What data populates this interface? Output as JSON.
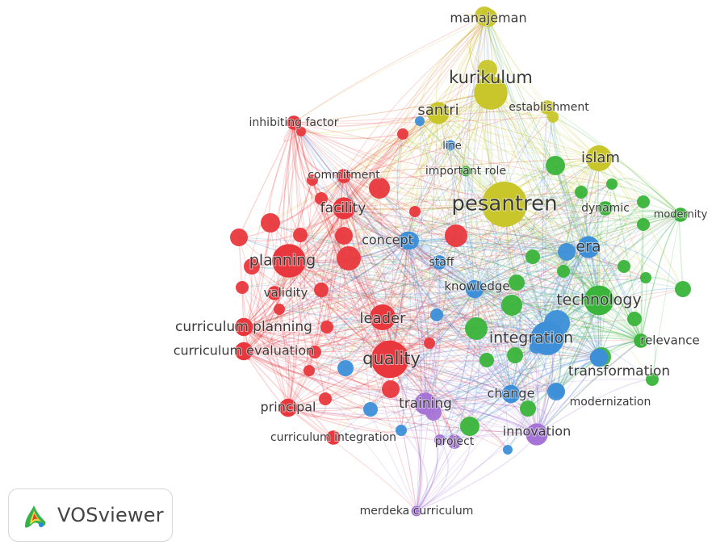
{
  "chart_data": {
    "type": "network",
    "clusters": {
      "1": {
        "color": "#e8383d"
      },
      "2": {
        "color": "#3ab43a"
      },
      "3": {
        "color": "#3d8fd8"
      },
      "4": {
        "color": "#c8c62a"
      },
      "5": {
        "color": "#a574d6"
      }
    },
    "nodes": [
      {
        "label": "pesantren",
        "cluster": 4,
        "weight": 10
      },
      {
        "label": "kurikulum",
        "cluster": 4,
        "weight": 7
      },
      {
        "label": "manajeman",
        "cluster": 4,
        "weight": 3
      },
      {
        "label": "santri",
        "cluster": 4,
        "weight": 4
      },
      {
        "label": "establishment",
        "cluster": 4,
        "weight": 2
      },
      {
        "label": "islam",
        "cluster": 4,
        "weight": 5
      },
      {
        "label": "line",
        "cluster": 3,
        "weight": 1
      },
      {
        "label": "important role",
        "cluster": 2,
        "weight": 1
      },
      {
        "label": "dynamic",
        "cluster": 2,
        "weight": 2
      },
      {
        "label": "modernity",
        "cluster": 2,
        "weight": 2
      },
      {
        "label": "era",
        "cluster": 3,
        "weight": 4
      },
      {
        "label": "technology",
        "cluster": 2,
        "weight": 6
      },
      {
        "label": "integration",
        "cluster": 3,
        "weight": 7
      },
      {
        "label": "relevance",
        "cluster": 2,
        "weight": 2
      },
      {
        "label": "transformation",
        "cluster": 3,
        "weight": 3
      },
      {
        "label": "modernization",
        "cluster": 3,
        "weight": 2
      },
      {
        "label": "change",
        "cluster": 3,
        "weight": 3
      },
      {
        "label": "innovation",
        "cluster": 5,
        "weight": 4
      },
      {
        "label": "project",
        "cluster": 5,
        "weight": 2
      },
      {
        "label": "training",
        "cluster": 5,
        "weight": 4
      },
      {
        "label": "knowledge",
        "cluster": 3,
        "weight": 3
      },
      {
        "label": "staff",
        "cluster": 3,
        "weight": 2
      },
      {
        "label": "concept",
        "cluster": 3,
        "weight": 3
      },
      {
        "label": "inhibiting factor",
        "cluster": 1,
        "weight": 2
      },
      {
        "label": "commitment",
        "cluster": 1,
        "weight": 2
      },
      {
        "label": "facility",
        "cluster": 1,
        "weight": 4
      },
      {
        "label": "planning",
        "cluster": 1,
        "weight": 7
      },
      {
        "label": "validity",
        "cluster": 1,
        "weight": 2
      },
      {
        "label": "leader",
        "cluster": 1,
        "weight": 5
      },
      {
        "label": "curriculum planning",
        "cluster": 1,
        "weight": 3
      },
      {
        "label": "curriculum evaluation",
        "cluster": 1,
        "weight": 3
      },
      {
        "label": "quality",
        "cluster": 1,
        "weight": 8
      },
      {
        "label": "principal",
        "cluster": 1,
        "weight": 3
      },
      {
        "label": "curriculum integration",
        "cluster": 1,
        "weight": 2
      },
      {
        "label": "merdeka curriculum",
        "cluster": 5,
        "weight": 1
      }
    ]
  },
  "logo": {
    "text": "VOSviewer",
    "icon": "vosviewer-logo-icon"
  }
}
